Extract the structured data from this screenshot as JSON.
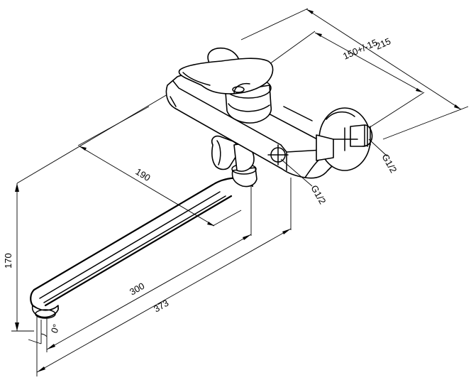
{
  "dimensions": {
    "d215": "215",
    "d150": "150+/-15",
    "d190": "190",
    "d170": "170",
    "d300": "300",
    "d373": "373",
    "angle": "0°"
  },
  "thread_labels": {
    "right": "G1/2",
    "center": "G1/2"
  }
}
